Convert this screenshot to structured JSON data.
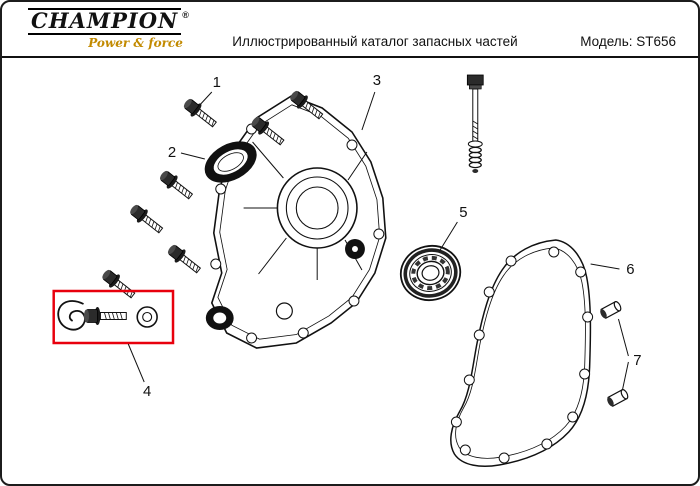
{
  "page": {
    "background": "#ffffff",
    "border_color": "#1c1c1c"
  },
  "header": {
    "logo": {
      "brand": "CHAMPION",
      "registered_mark": "®",
      "tagline": "Power & force",
      "brand_color": "#000000",
      "tagline_color": "#c28a00"
    },
    "title": "Иллюстрированный каталог запасных частей",
    "model_label": "Модель: ST656"
  },
  "diagram": {
    "highlight_color": "#e8000d",
    "callouts": [
      {
        "id": "1"
      },
      {
        "id": "2"
      },
      {
        "id": "3"
      },
      {
        "id": "4"
      },
      {
        "id": "5"
      },
      {
        "id": "6"
      },
      {
        "id": "7"
      }
    ]
  }
}
